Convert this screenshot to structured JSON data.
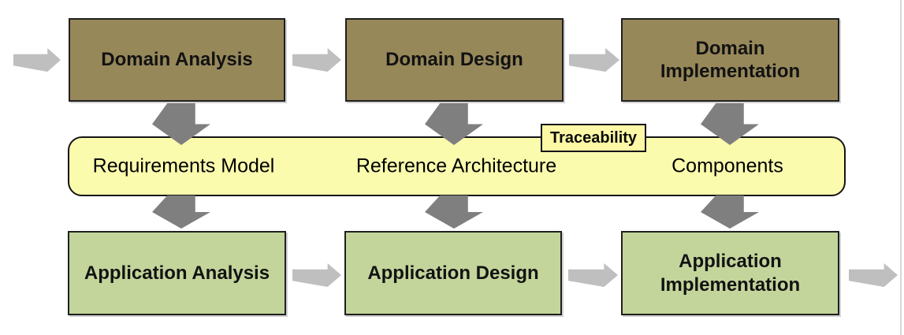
{
  "diagram": {
    "top_row": [
      {
        "label": "Domain Analysis"
      },
      {
        "label": "Domain Design"
      },
      {
        "label": "Domain Implementation"
      }
    ],
    "band": {
      "tag": "Traceability",
      "artifacts": [
        {
          "label": "Requirements Model"
        },
        {
          "label": "Reference Architecture"
        },
        {
          "label": "Components"
        }
      ]
    },
    "bottom_row": [
      {
        "label": "Application Analysis"
      },
      {
        "label": "Application Design"
      },
      {
        "label": "Application Implementation"
      }
    ],
    "colors": {
      "domain_box": "#97885A",
      "application_box": "#C3D59B",
      "band_fill": "#FBFBAE",
      "traceability_fill": "#FCF8A6",
      "arrow_horizontal": "#BFBFBF",
      "arrow_vertical": "#7F7F7F",
      "box_border": "#1F1F1F",
      "page_edge": "#D8D8D8"
    }
  }
}
